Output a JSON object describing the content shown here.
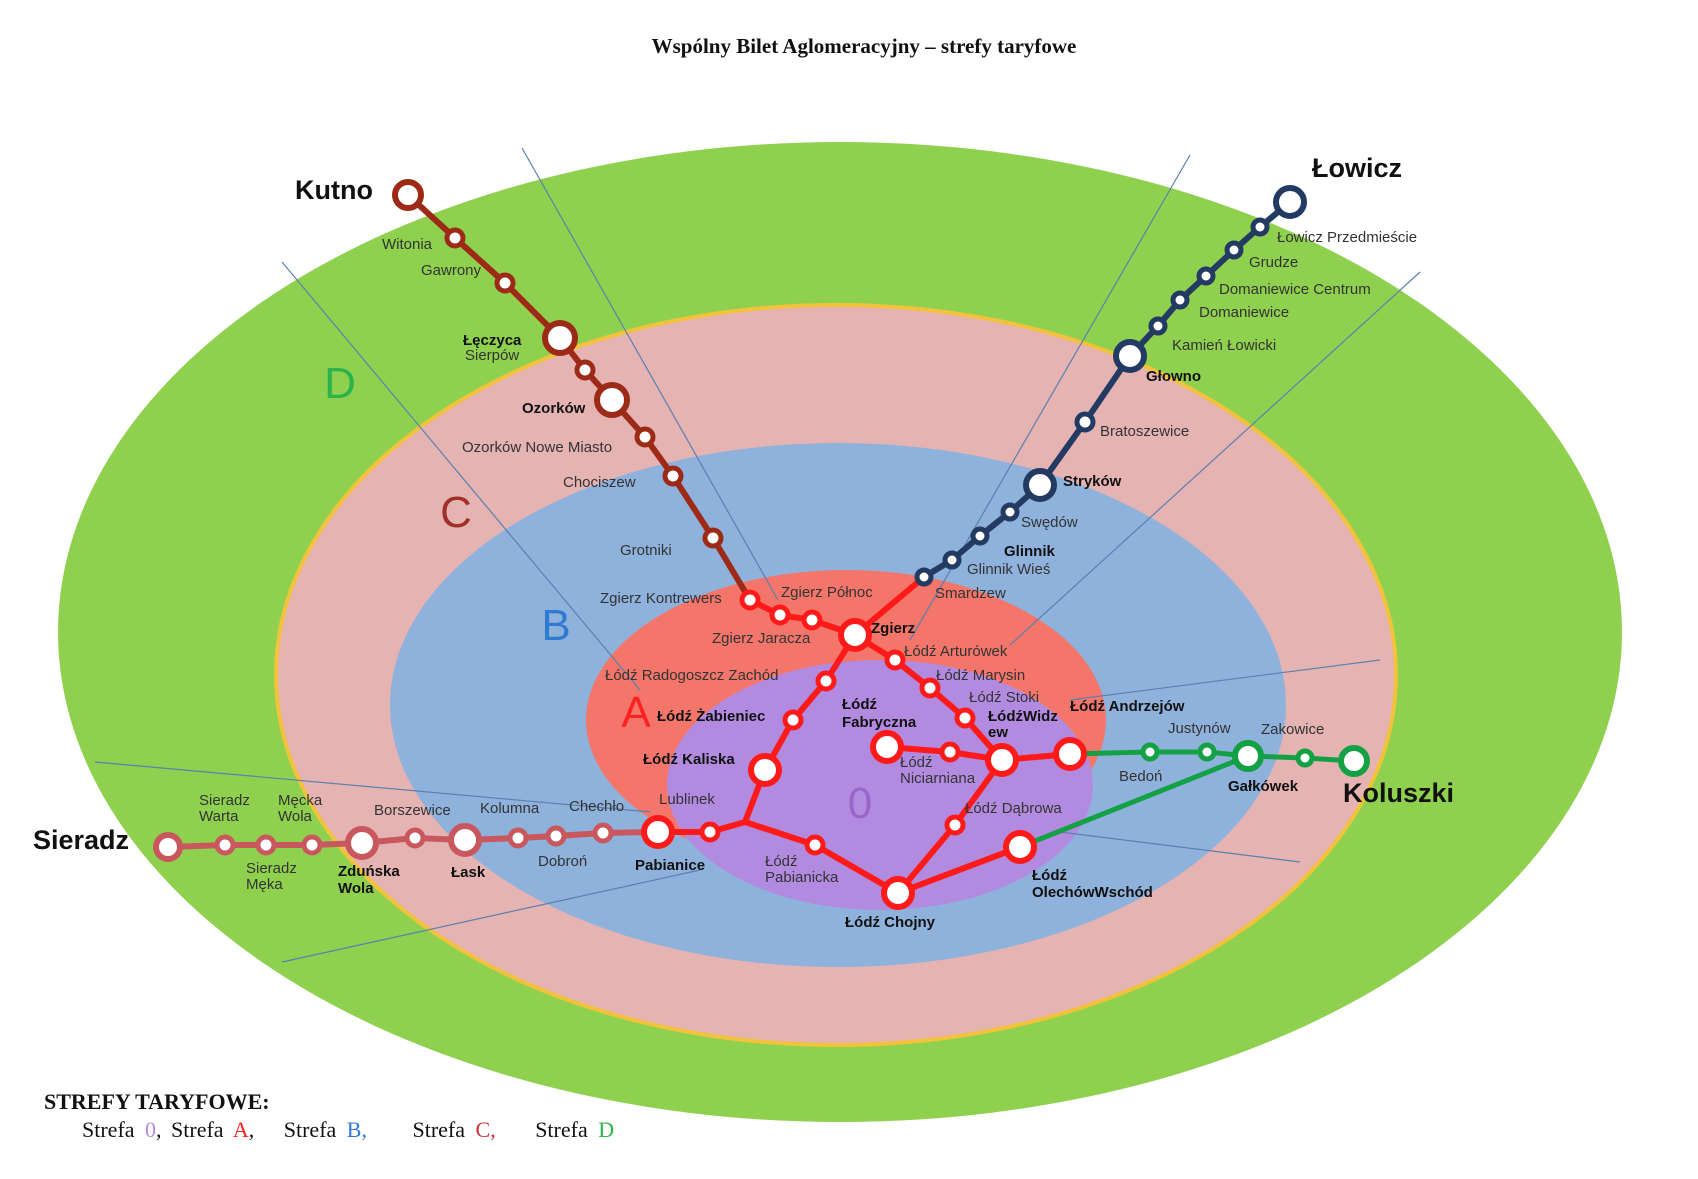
{
  "title": "Wspólny Bilet Aglomeracyjny – strefy taryfowe",
  "colors": {
    "zone_D": "#8fd14f",
    "zone_C": "#e6b3b3",
    "zone_B": "#8eb2db",
    "zone_A": "#f4766b",
    "zone_0": "#b28be0",
    "zone_boundary": "#f2c23c",
    "line_kutno": "#9c2a16",
    "line_lowicz": "#233a63",
    "line_lodz": "#ff1a1a",
    "line_sieradz": "#c8585e",
    "line_koluszki": "#14a045",
    "label_0": "#9966cc",
    "label_A": "#ff2020",
    "label_B": "#2e7bcf",
    "label_C": "#a0302a",
    "label_D": "#2db34a"
  },
  "zones": {
    "0": "0",
    "A": "A",
    "B": "B",
    "C": "C",
    "D": "D"
  },
  "terminals": {
    "kutno": "Kutno",
    "lowicz": "Łowicz",
    "sieradz": "Sieradz",
    "koluszki": "Koluszki"
  },
  "stations": {
    "witonia": "Witonia",
    "gawrony": "Gawrony",
    "leczyca": "Łęczyca",
    "sierpow": "Sierpów",
    "ozorkow": "Ozorków",
    "ozorkow_nm": "Ozorków Nowe Miasto",
    "chociszew": "Chociszew",
    "grotniki": "Grotniki",
    "zgierz_kontrewers": "Zgierz Kontrewers",
    "zgierz_polnoc": "Zgierz Północ",
    "zgierz_jaracza": "Zgierz Jaracza",
    "zgierz": "Zgierz",
    "lowicz_przedmiescie": "Łowicz Przedmieście",
    "grudze": "Grudze",
    "domaniewice_centrum": "Domaniewice Centrum",
    "domaniewice": "Domaniewice",
    "kamien_lowicki": "Kamień Łowicki",
    "glowno": "Głowno",
    "bratoszewice": "Bratoszewice",
    "strykow": "Stryków",
    "swedow": "Swędów",
    "glinnik": "Glinnik",
    "glinnik_wies": "Glinnik Wieś",
    "smardzew": "Smardzew",
    "lodz_arturowek": "Łódź Arturówek",
    "lodz_marysin": "Łódź Marysin",
    "lodz_stoki": "Łódź Stoki",
    "lodz_widzew_1": "ŁódźWidz",
    "lodz_widzew_2": "ew",
    "lodz_andrzejow": "Łódź Andrzejów",
    "justynow": "Justynów",
    "zakowice": "Zakowice",
    "bedon": "Bedoń",
    "galkowek": "Gałkówek",
    "lodz_radogoszcz": "Łódź Radogoszcz Zachód",
    "lodz_zabieniec": "Łódź Żabieniec",
    "lodz_fabryczna_1": "Łódź",
    "lodz_fabryczna_2": "Fabryczna",
    "lodz_niciarniana_1": "Łódź",
    "lodz_niciarniana_2": "Niciarniana",
    "lodz_kaliska": "Łódź Kaliska",
    "lublinek": "Lublinek",
    "lodz_dabrowa": "Łódź Dąbrowa",
    "lodz_pabianicka_1": "Łódź",
    "lodz_pabianicka_2": "Pabianicka",
    "lodz_chojny": "Łódź Chojny",
    "lodz_olechow_1": "Łódź",
    "lodz_olechow_2": "OlechówWschód",
    "pabianice": "Pabianice",
    "sieradz_warta_1": "Sieradz",
    "sieradz_warta_2": "Warta",
    "mecka_wola_1": "Męcka",
    "mecka_wola_2": "Wola",
    "sieradz_meka_1": "Sieradz",
    "sieradz_meka_2": "Męka",
    "borszewice": "Borszewice",
    "kolumna": "Kolumna",
    "chechlo": "Chechło",
    "zdunska_wola_1": "Zduńska",
    "zdunska_wola_2": "Wola",
    "lask": "Łask",
    "dobron": "Dobroń"
  },
  "legend": {
    "heading": "STREFY TARYFOWE:",
    "strefa_word": "Strefa",
    "items": [
      {
        "zone": "0",
        "sep": ","
      },
      {
        "zone": "A",
        "sep": ","
      },
      {
        "zone": "B",
        "sep": ","
      },
      {
        "zone": "C",
        "sep": ","
      },
      {
        "zone": "D",
        "sep": ""
      }
    ]
  }
}
